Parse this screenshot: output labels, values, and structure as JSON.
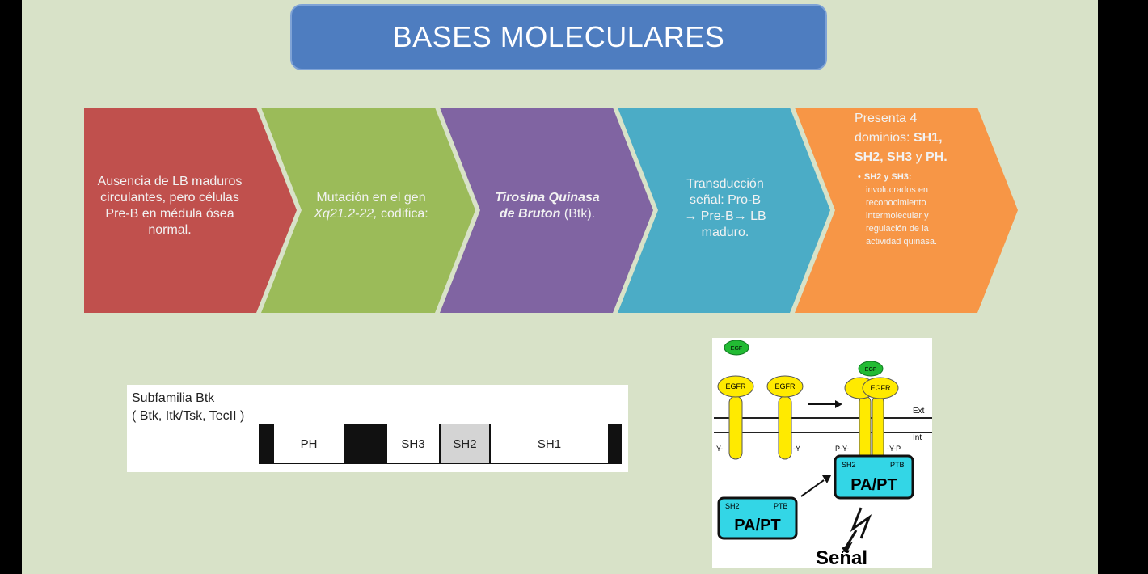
{
  "title": "BASES MOLECULARES",
  "colors": {
    "background": "#d8e2c8",
    "title_box": "#4e7dc0",
    "step1": "#c0504d",
    "step2": "#9bbb59",
    "step3": "#8064a2",
    "step4": "#4bacc6",
    "step5": "#f79646",
    "egfr_yellow": "#ffea00",
    "egf_green": "#22bb33",
    "papt_cyan": "#33d6e6"
  },
  "steps": [
    {
      "text": "Ausencia de LB maduros circulantes, pero células Pre-B en médula ósea normal."
    },
    {
      "text_1": "Mutación en el gen",
      "text_italic": "Xq21.2-22,",
      "text_2": "codifica:"
    },
    {
      "text_bold_italic": "Tirosina Quinasa de Bruton",
      "text_2": "(Btk)."
    },
    {
      "line_1": "Transducción señal: Pro-B",
      "line_2": "→ Pre-B→ LB maduro."
    },
    {
      "lead_1": "Presenta 4 dominios:",
      "lead_bold": "SH1, SH2, SH3",
      "lead_2": "y",
      "lead_bold_2": "PH.",
      "bullet_bold": "SH2 y SH3:",
      "bullet_text": "involucrados en reconocimiento intermolecular y regulación de la actividad quinasa."
    }
  ],
  "btk_diagram": {
    "title_line_1": "Subfamilia Btk",
    "title_line_2": "( Btk, Itk/Tsk, TecII )",
    "domains": [
      "PH",
      "SH3",
      "SH2",
      "SH1"
    ]
  },
  "egfr_diagram": {
    "egf": "EGF",
    "egfr": "EGFR",
    "ext": "Ext",
    "int": "Int",
    "y_left": "Y-",
    "y_right": "-Y",
    "py_left": "P-Y-",
    "py_right": "-Y-P",
    "sh2": "SH2",
    "ptb": "PTB",
    "papt": "PA/PT",
    "signal": "Señal"
  }
}
